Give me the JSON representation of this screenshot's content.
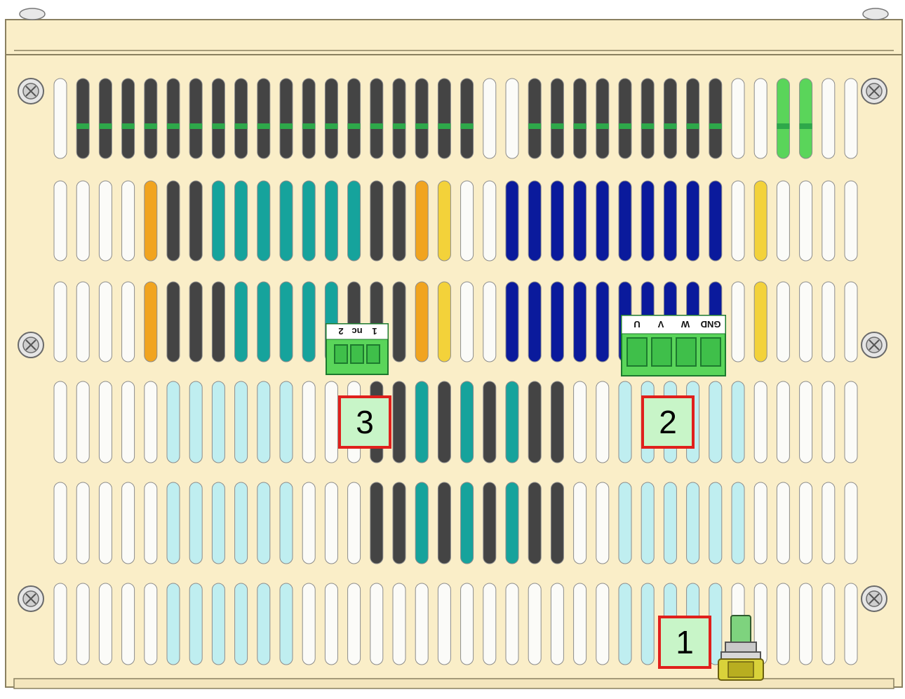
{
  "terminal_blocks": [
    {
      "id": "relay",
      "labels": [
        "1",
        "nc",
        "2"
      ]
    },
    {
      "id": "motor",
      "labels": [
        "U",
        "V",
        "W",
        "GND"
      ]
    }
  ],
  "markers": [
    {
      "id": "ground-stud",
      "label": "1"
    },
    {
      "id": "motor-terminal",
      "label": "2"
    },
    {
      "id": "relay-terminal",
      "label": "3"
    }
  ],
  "colors": {
    "housing": "#faeec8",
    "housing_edge": "#8a8060",
    "slot": "#fbfbf8",
    "pcb_green": "#2ea84a",
    "connector_green": "#5ad55a",
    "teal": "#16a39c",
    "navy": "#0a1a9c",
    "dark": "#444444",
    "orange": "#f1a41f",
    "yellow": "#f3d23a",
    "marker_border": "#e0201c",
    "marker_fill": "#c8f5c8"
  }
}
